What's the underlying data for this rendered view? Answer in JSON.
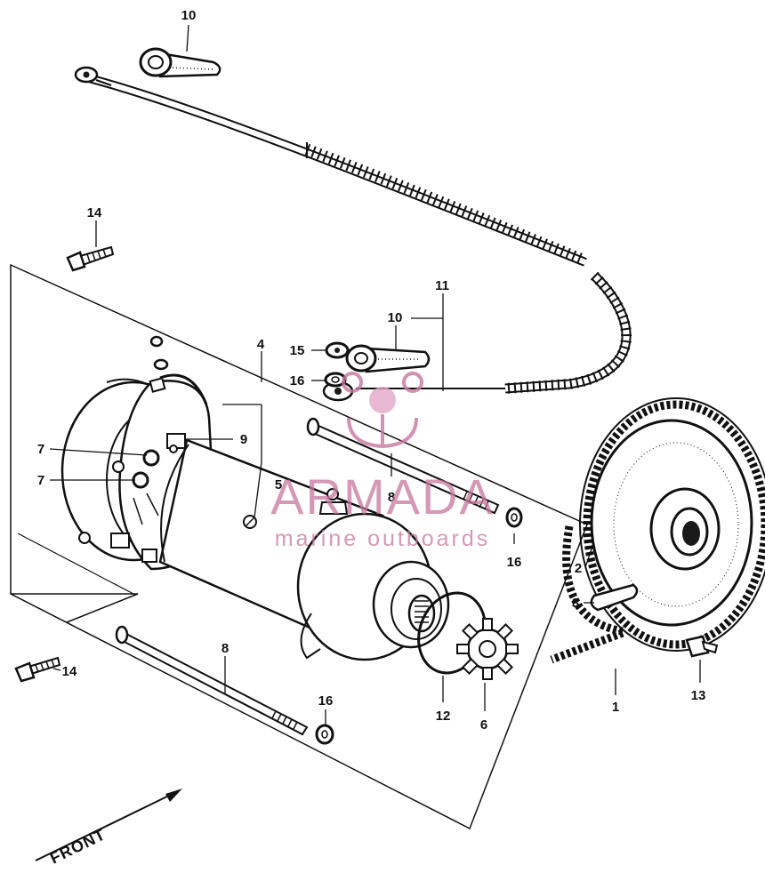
{
  "watermark": {
    "brand": "ARMADA",
    "tagline": "marine outboards",
    "color": "#c8779e"
  },
  "direction_label": "FRONT",
  "callouts": {
    "c10_top": "10",
    "c14_top": "14",
    "c11": "11",
    "c10_mid": "10",
    "c15": "15",
    "c16_mid": "16",
    "c4": "4",
    "c9": "9",
    "c7_a": "7",
    "c7_b": "7",
    "c5": "5",
    "c8_mid": "8",
    "c16_right": "16",
    "c2": "2",
    "c3": "3",
    "c14_bottom": "14",
    "c8_bottom": "8",
    "c16_bottom": "16",
    "c12": "12",
    "c6": "6",
    "c1": "1",
    "c13": "13"
  },
  "colors": {
    "ink": "#111111",
    "paper": "#ffffff",
    "watermark": "#c8779e"
  }
}
